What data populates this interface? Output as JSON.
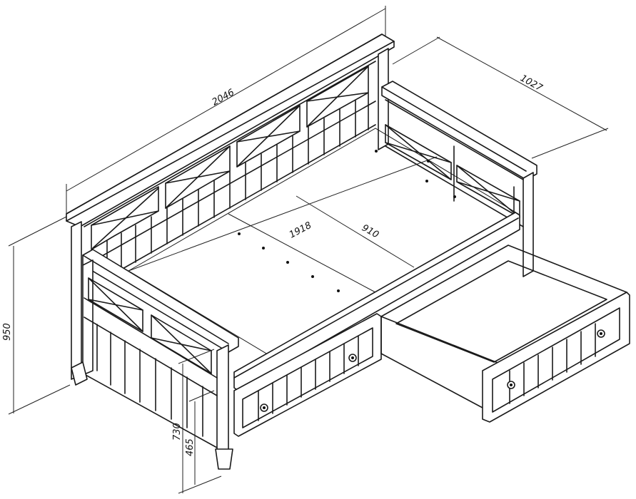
{
  "diagram": {
    "dimensions": {
      "total_length": "2046",
      "depth": "1027",
      "height": "950",
      "mattress_length": "1918",
      "mattress_width": "910",
      "seat_height": "730",
      "drawer_height": "465"
    }
  }
}
